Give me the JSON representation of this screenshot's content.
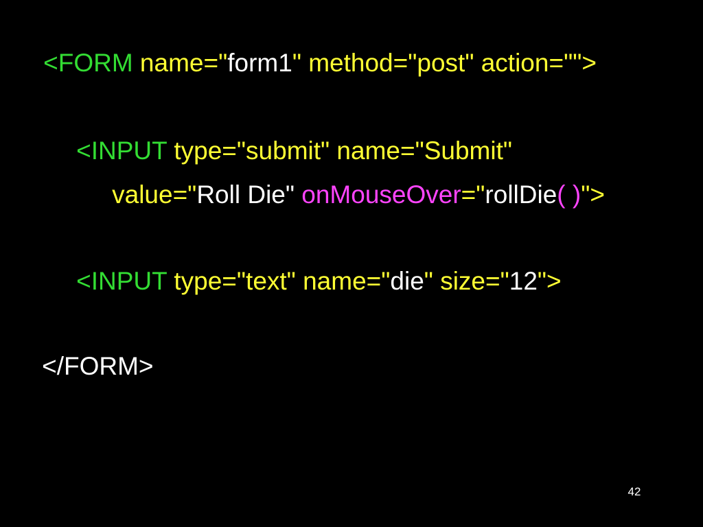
{
  "colors": {
    "background": "#000000",
    "tag": "#33dd33",
    "attribute": "#ffff33",
    "value": "#ffffff",
    "event": "#ff44ff",
    "page_number": "#ffffff"
  },
  "code_lines": [
    {
      "tokens": [
        {
          "text": "<FORM",
          "role": "tag"
        },
        {
          "text": " name=\"",
          "role": "attribute"
        },
        {
          "text": "form1",
          "role": "value"
        },
        {
          "text": "\" method=\"post\" action=\"\">",
          "role": "attribute"
        }
      ]
    },
    {
      "tokens": [
        {
          "text": "<INPUT",
          "role": "tag"
        },
        {
          "text": " type=\"submit\" name=\"Submit\"",
          "role": "attribute"
        }
      ]
    },
    {
      "tokens": [
        {
          "text": "value=\"",
          "role": "attribute"
        },
        {
          "text": "Roll Die\" ",
          "role": "value"
        },
        {
          "text": "onMouseOver",
          "role": "event"
        },
        {
          "text": "=\"",
          "role": "attribute"
        },
        {
          "text": "rollDie",
          "role": "value"
        },
        {
          "text": "( )",
          "role": "event"
        },
        {
          "text": "\">",
          "role": "attribute"
        }
      ]
    },
    {
      "tokens": [
        {
          "text": "<INPUT",
          "role": "tag"
        },
        {
          "text": " type=\"text\" name=\"",
          "role": "attribute"
        },
        {
          "text": "die",
          "role": "value"
        },
        {
          "text": "\" size=\"",
          "role": "attribute"
        },
        {
          "text": "12",
          "role": "value"
        },
        {
          "text": "\">",
          "role": "attribute"
        }
      ]
    },
    {
      "tokens": [
        {
          "text": "</FORM>",
          "role": "value"
        }
      ]
    }
  ],
  "page_number": "42"
}
